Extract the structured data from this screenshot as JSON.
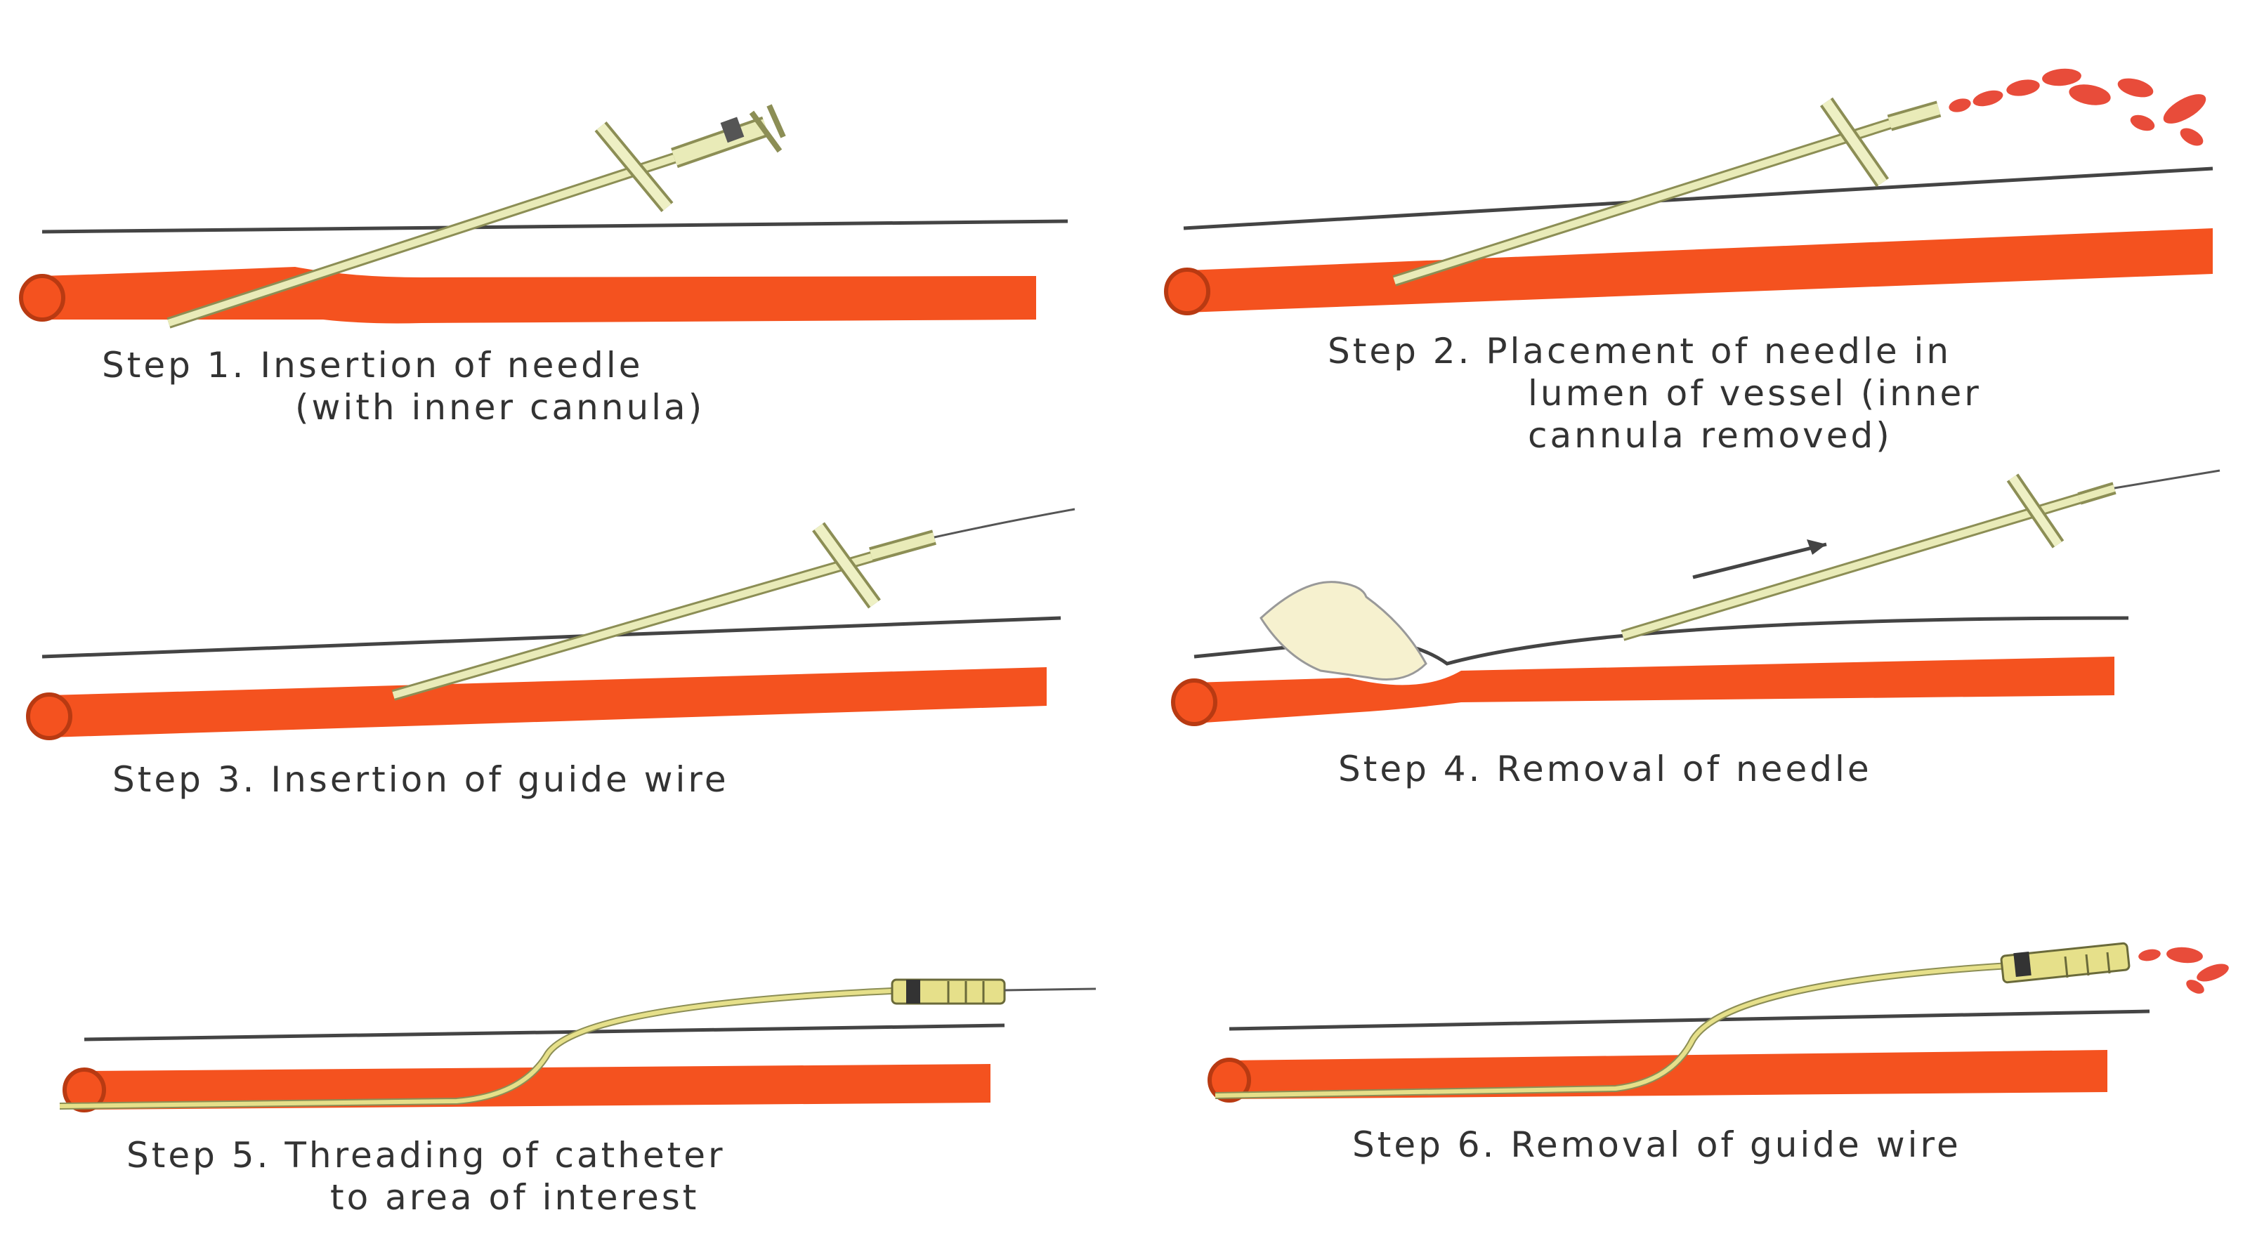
{
  "steps": [
    {
      "lines": [
        "Step 1. Insertion of needle",
        "(with inner cannula)"
      ]
    },
    {
      "lines": [
        "Step 2. Placement of needle in",
        "lumen of vessel (inner",
        "cannula removed)"
      ]
    },
    {
      "lines": [
        "Step 3. Insertion of guide wire"
      ]
    },
    {
      "lines": [
        "Step 4. Removal of needle"
      ]
    },
    {
      "lines": [
        "Step 5. Threading of catheter",
        "to area of interest"
      ]
    },
    {
      "lines": [
        "Step 6. Removal of guide wire"
      ]
    }
  ],
  "colors": {
    "vessel": "#f4521f",
    "vessel_edge": "#b83a12",
    "skin_line": "#444444",
    "needle": "#e9ebb8",
    "needle_edge": "#8c8e55",
    "catheter": "#e6e08a",
    "blood": "#e84c3a",
    "finger": "#f6f1cf",
    "text": "#333333"
  }
}
